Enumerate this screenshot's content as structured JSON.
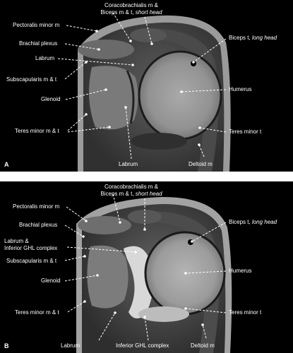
{
  "panel_a": {
    "letter": "A",
    "labels": {
      "coracobrachialis_line1": "Coracobrachialis m &",
      "coracobrachialis_line2": "Biceps m & t,",
      "coracobrachialis_italic": "short head",
      "pectoralis": "Pectoralis minor m",
      "brachial": "Brachial plexus",
      "labrum_upper": "Labrum",
      "subscapularis": "Subscapularis m & t",
      "glenoid": "Glenoid",
      "teres_minor_left": "Teres minor m & t",
      "labrum_bottom": "Labrum",
      "deltoid": "Deltoid m",
      "teres_minor_right": "Teres minor t",
      "humerus": "Humerus",
      "biceps_long": "Biceps t,",
      "biceps_long_italic": "long head"
    }
  },
  "panel_b": {
    "letter": "B",
    "labels": {
      "coracobrachialis_line1": "Coracobrachialis m &",
      "coracobrachialis_line2": "Biceps m & t,",
      "coracobrachialis_italic": "short head",
      "pectoralis": "Pectoralis minor m",
      "brachial": "Brachial plexus",
      "labrum_line1": "Labrum &",
      "labrum_line2": "Inferior GHL complex",
      "subscapularis": "Subscapularis m & t",
      "glenoid": "Glenoid",
      "teres_minor_left": "Teres minor m & t",
      "labrum_bottom": "Labrum",
      "inferior_ghl": "Inferior GHL complex",
      "deltoid": "Deltoid m",
      "teres_minor_right": "Teres minor t",
      "humerus": "Humerus",
      "biceps_long": "Biceps t,",
      "biceps_long_italic": "long head"
    }
  }
}
